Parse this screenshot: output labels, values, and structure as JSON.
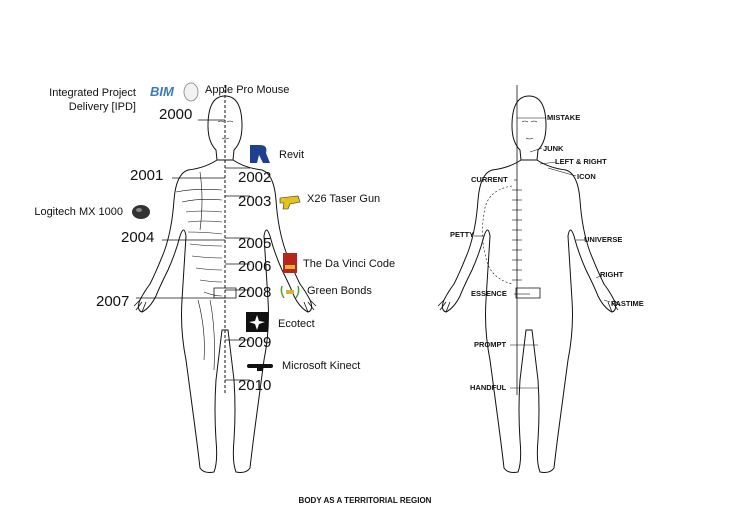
{
  "caption": "BODY AS A TERRITORIAL REGION",
  "timeline": {
    "years": [
      "2000",
      "2001",
      "2002",
      "2003",
      "2004",
      "2005",
      "2006",
      "2007",
      "2008",
      "2009",
      "2010"
    ],
    "products": [
      {
        "label_lines": [
          "Integrated Project",
          "Delivery [IPD]"
        ],
        "icon": "ipd-logo-icon"
      },
      {
        "label": "Apple Pro Mouse",
        "icon": "apple-pro-mouse-icon"
      },
      {
        "label": "Revit",
        "icon": "revit-logo-icon"
      },
      {
        "label": "Logitech MX 1000",
        "icon": "logitech-mouse-icon"
      },
      {
        "label": "X26 Taser Gun",
        "icon": "taser-gun-icon"
      },
      {
        "label": "The Da Vinci Code",
        "icon": "book-cover-icon"
      },
      {
        "label": "Green Bonds",
        "icon": "green-bonds-icon"
      },
      {
        "label": "Ecotect",
        "icon": "ecotect-logo-icon"
      },
      {
        "label": "Microsoft Kinect",
        "icon": "kinect-sensor-icon"
      }
    ]
  },
  "terms": [
    "MISTAKE",
    "JUNK",
    "LEFT & RIGHT",
    "ICON",
    "CURRENT",
    "PETTY",
    "UNIVERSE",
    "RIGHT",
    "PASTIME",
    "ESSENCE",
    "PROMPT",
    "HANDFUL"
  ],
  "colors": {
    "revit": "#1f3f8f",
    "taser": "#e6c21a",
    "book": "#b8261b",
    "bonds": "#4f9a3a",
    "ecotect": "#111111"
  }
}
